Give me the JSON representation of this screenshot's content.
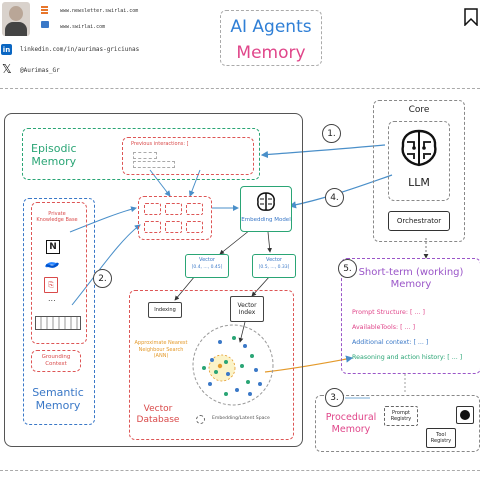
{
  "header": {
    "title_line1": "AI Agents",
    "title_line2": "Memory",
    "newsletter_url": "www.newsletter.swirlai.com",
    "website_url": "www.swirlai.com",
    "linkedin_url": "linkedin.com/in/aurimas-griciunas",
    "x_handle": "@Aurimas_Gr"
  },
  "core": {
    "label": "Core",
    "llm": "LLM",
    "orchestrator": "Orchestrator"
  },
  "episodic": {
    "title_line1": "Episodic",
    "title_line2": "Memory",
    "interactions_label": "Previous interactions: ["
  },
  "semantic": {
    "title_line1": "Semantic",
    "title_line2": "Memory",
    "knowledge_label": "Private Knowledge Base",
    "grounding_label": "Grounding Context",
    "ellipsis": "..."
  },
  "embedding": {
    "label": "Embedding Model",
    "vector1_title": "Vector",
    "vector1_value": "[0.4, ..., 0.45]",
    "vector2_title": "Vector",
    "vector2_value": "[0.5, ..., 0.33]",
    "indexing": "Indexing",
    "vector_index": "Vector Index"
  },
  "vector_db": {
    "ann_label": "Approximate Nearest Neighbour Search (ANN)",
    "title_line1": "Vector",
    "title_line2": "Database",
    "space_label": "Embedding/Latent Space"
  },
  "short_term": {
    "title_line1": "Short-term (working)",
    "title_line2": "Memory",
    "items": [
      "Prompt Structure: [ ... ]",
      "AvailableTools: [ ... ]",
      "Additional context: [ ... ]",
      "Reasoning and action history: [ ... ]"
    ]
  },
  "procedural": {
    "title_line1": "Procedural",
    "title_line2": "Memory",
    "prompt_registry": "Prompt Registry",
    "tool_registry": "Tool Registry"
  },
  "steps": [
    "1.",
    "2.",
    "3.",
    "4.",
    "5."
  ],
  "colors": {
    "blue": "#3a78c7",
    "pink": "#e0468a",
    "green": "#2aa575",
    "orange": "#e49a2b"
  },
  "icons": [
    "profile-avatar",
    "newsletter-icon",
    "website-icon",
    "linkedin-icon",
    "x-icon",
    "bookmark-icon",
    "brain-icon",
    "notion-icon",
    "confluence-icon",
    "pdf-icon",
    "github-icon"
  ]
}
